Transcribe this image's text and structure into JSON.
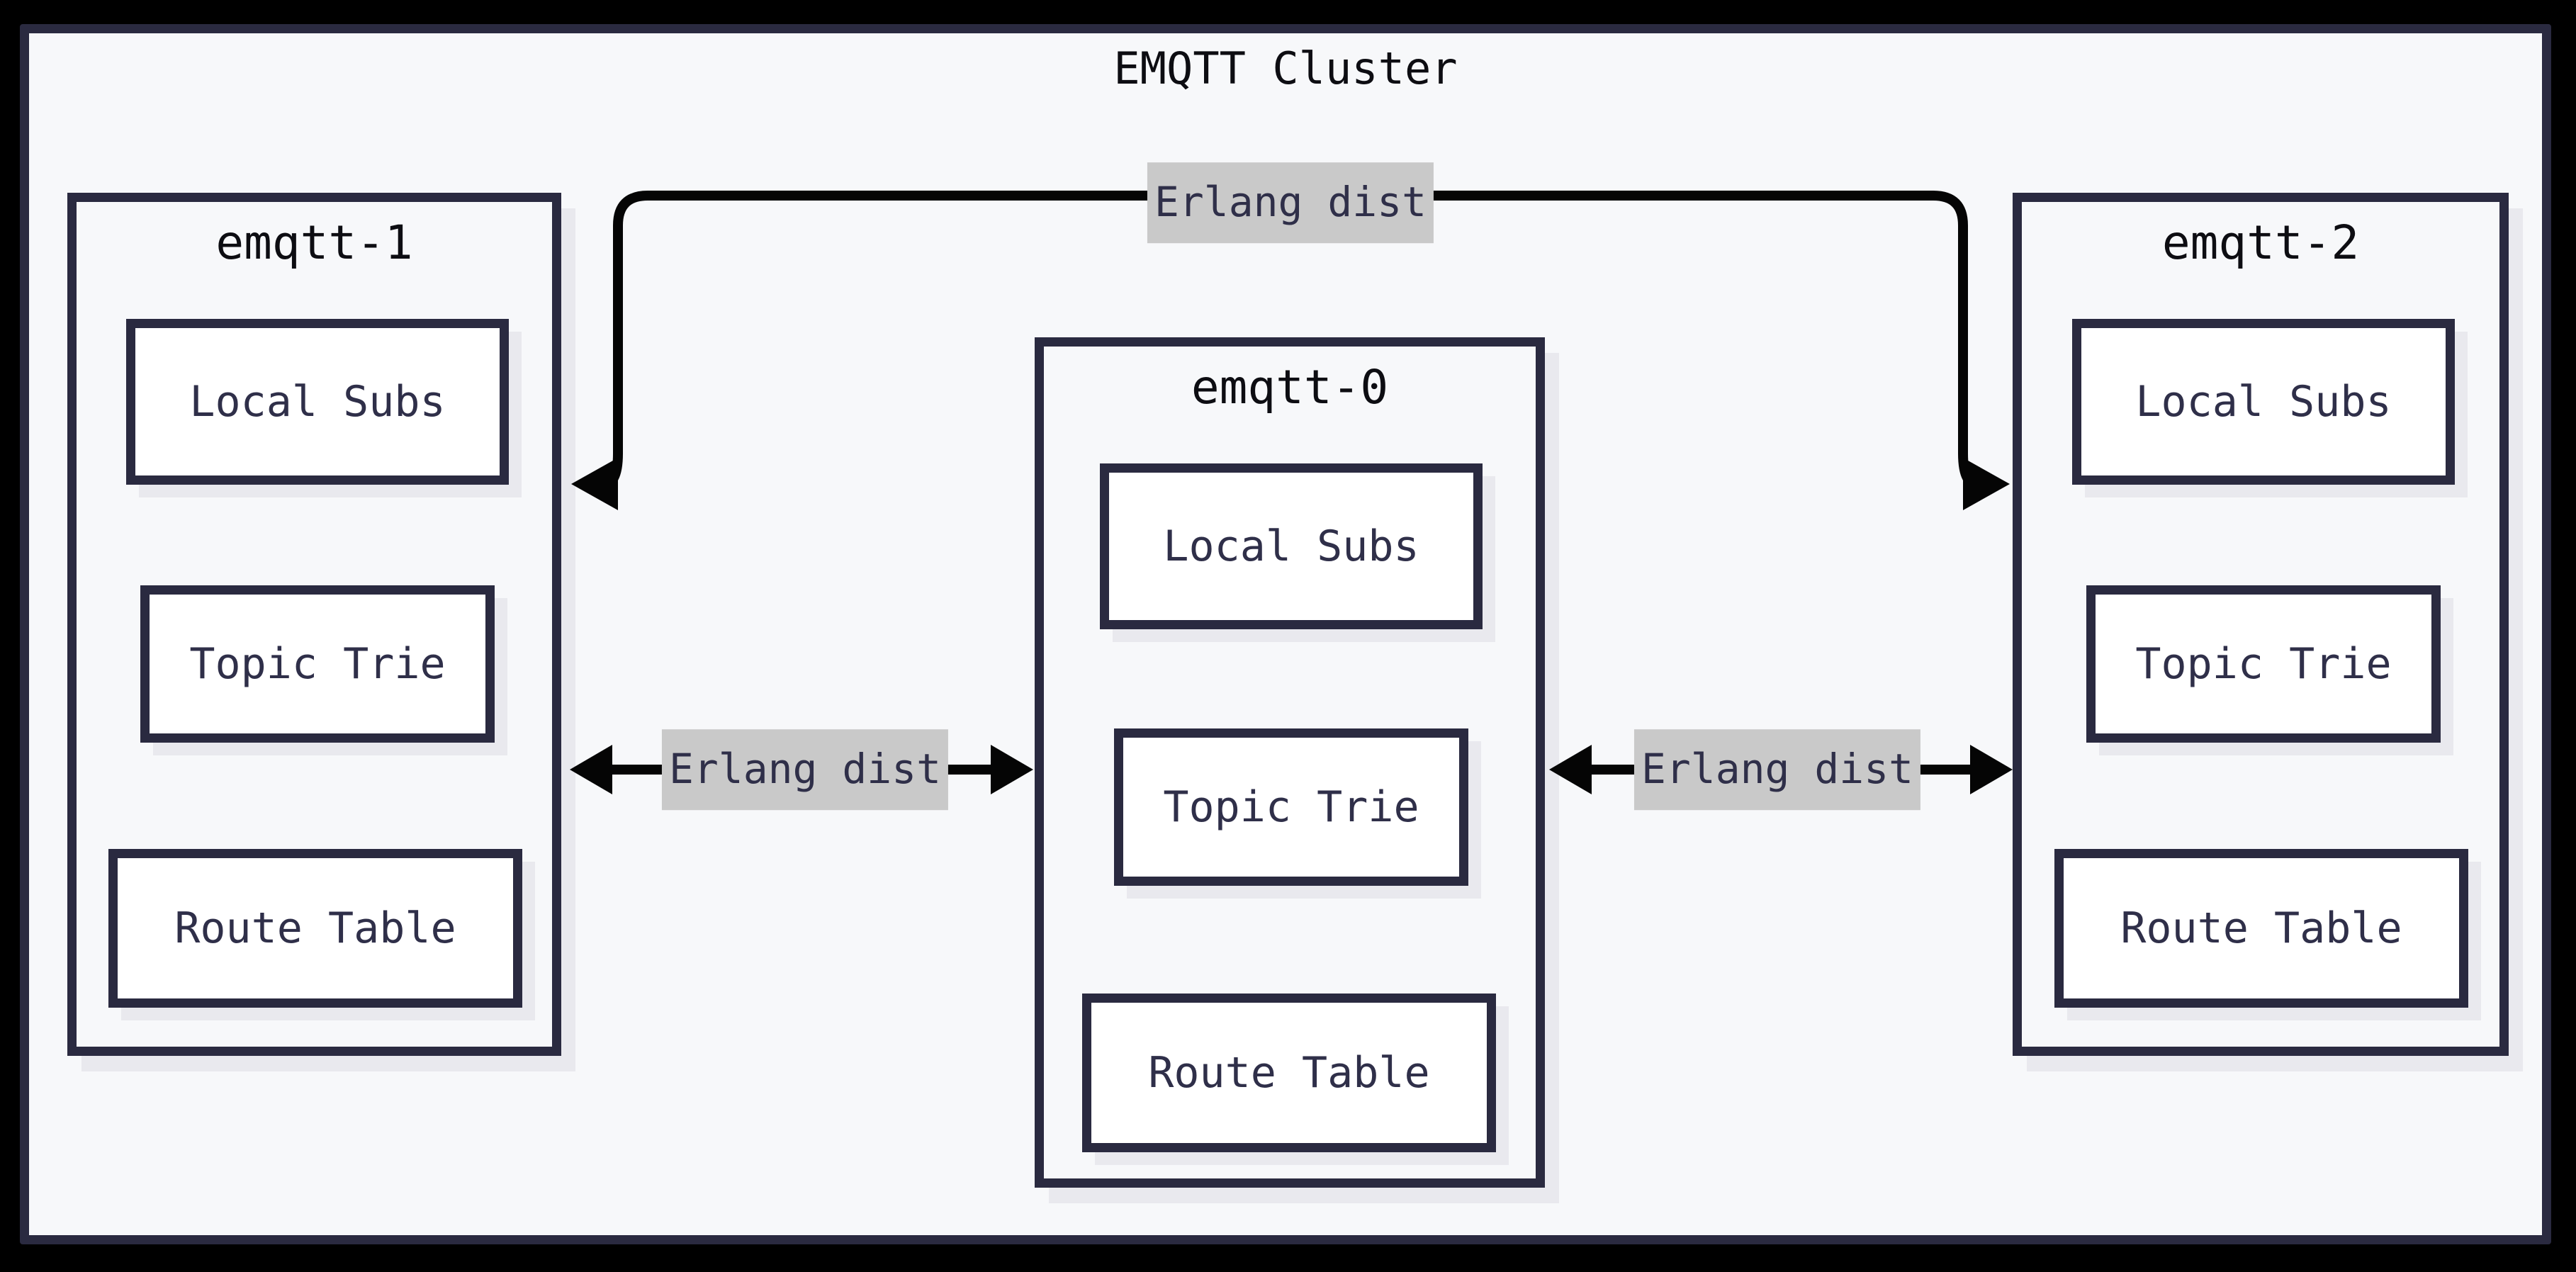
{
  "cluster": {
    "title": "EMQTT Cluster"
  },
  "nodes": [
    {
      "id": "emqtt-1",
      "title": "emqtt-1",
      "components": [
        "Local Subs",
        "Topic Trie",
        "Route Table"
      ]
    },
    {
      "id": "emqtt-0",
      "title": "emqtt-0",
      "components": [
        "Local Subs",
        "Topic Trie",
        "Route Table"
      ]
    },
    {
      "id": "emqtt-2",
      "title": "emqtt-2",
      "components": [
        "Local Subs",
        "Topic Trie",
        "Route Table"
      ]
    }
  ],
  "links": [
    {
      "id": "top",
      "from": "emqtt-1",
      "to": "emqtt-2",
      "label": "Erlang dist",
      "style": "bidirectional-elbow"
    },
    {
      "id": "left",
      "from": "emqtt-1",
      "to": "emqtt-0",
      "label": "Erlang dist",
      "style": "bidirectional-straight"
    },
    {
      "id": "right",
      "from": "emqtt-0",
      "to": "emqtt-2",
      "label": "Erlang dist",
      "style": "bidirectional-straight"
    }
  ],
  "colors": {
    "page-bg": "#000000",
    "canvas-bg": "#f7f8fa",
    "stroke-dark": "#2a2a40",
    "component-bg": "#ffffff",
    "text-dark": "#0d0d12",
    "text-navy": "#2f2f49",
    "label-bg": "#c9c9c9",
    "arrow": "#050505",
    "shadow": "#e9e9ee"
  }
}
